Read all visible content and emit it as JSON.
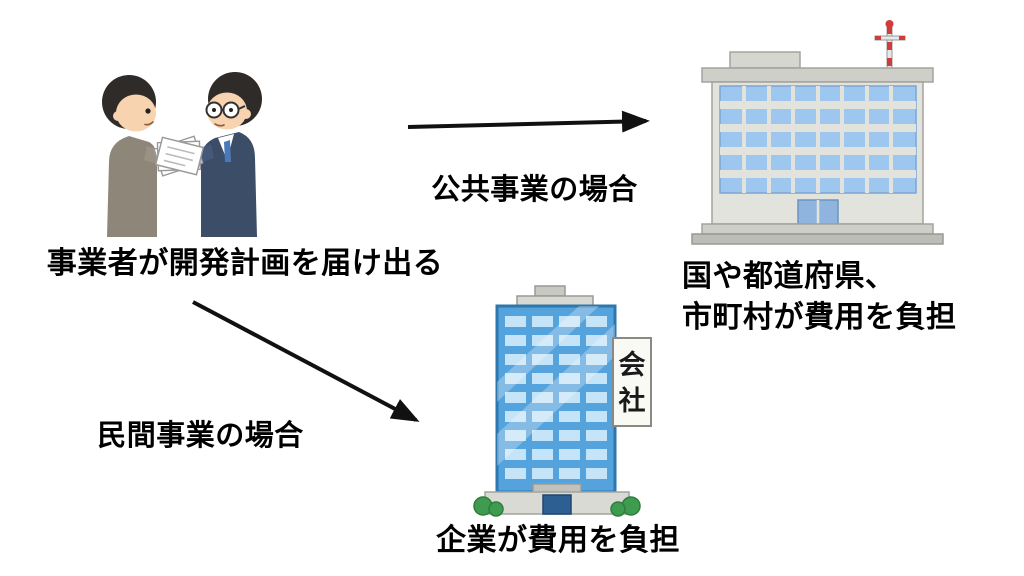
{
  "diagram": {
    "actors_caption": "事業者が開発計画を届け出る",
    "public_case": {
      "arrow_label": "公共事業の場合",
      "caption_lines": [
        "国や都道府県、",
        "市町村が費用を負担"
      ]
    },
    "private_case": {
      "arrow_label": "民間事業の場合",
      "caption": "企業が費用を負担"
    },
    "company_sign": {
      "char1": "会",
      "char2": "社"
    }
  },
  "icons": {
    "businessmen": "businessmen-handing-documents-icon",
    "government_building": "government-office-building-icon",
    "company_building": "company-office-building-icon",
    "public_arrow": "arrow-right-icon",
    "private_arrow": "arrow-down-right-icon"
  },
  "colors": {
    "background": "#ffffff",
    "text": "#000000",
    "arrow": "#111111",
    "gov_body": "#e3e3de",
    "gov_window": "#9ec7ef",
    "company_body": "#55a3dd",
    "company_window": "#c6e4f7",
    "suit_left": "#8e8678",
    "suit_right": "#3c4d68",
    "skin": "#f8d3b0",
    "bush_green": "#3f9b4f",
    "antenna_red": "#d23b3b"
  }
}
